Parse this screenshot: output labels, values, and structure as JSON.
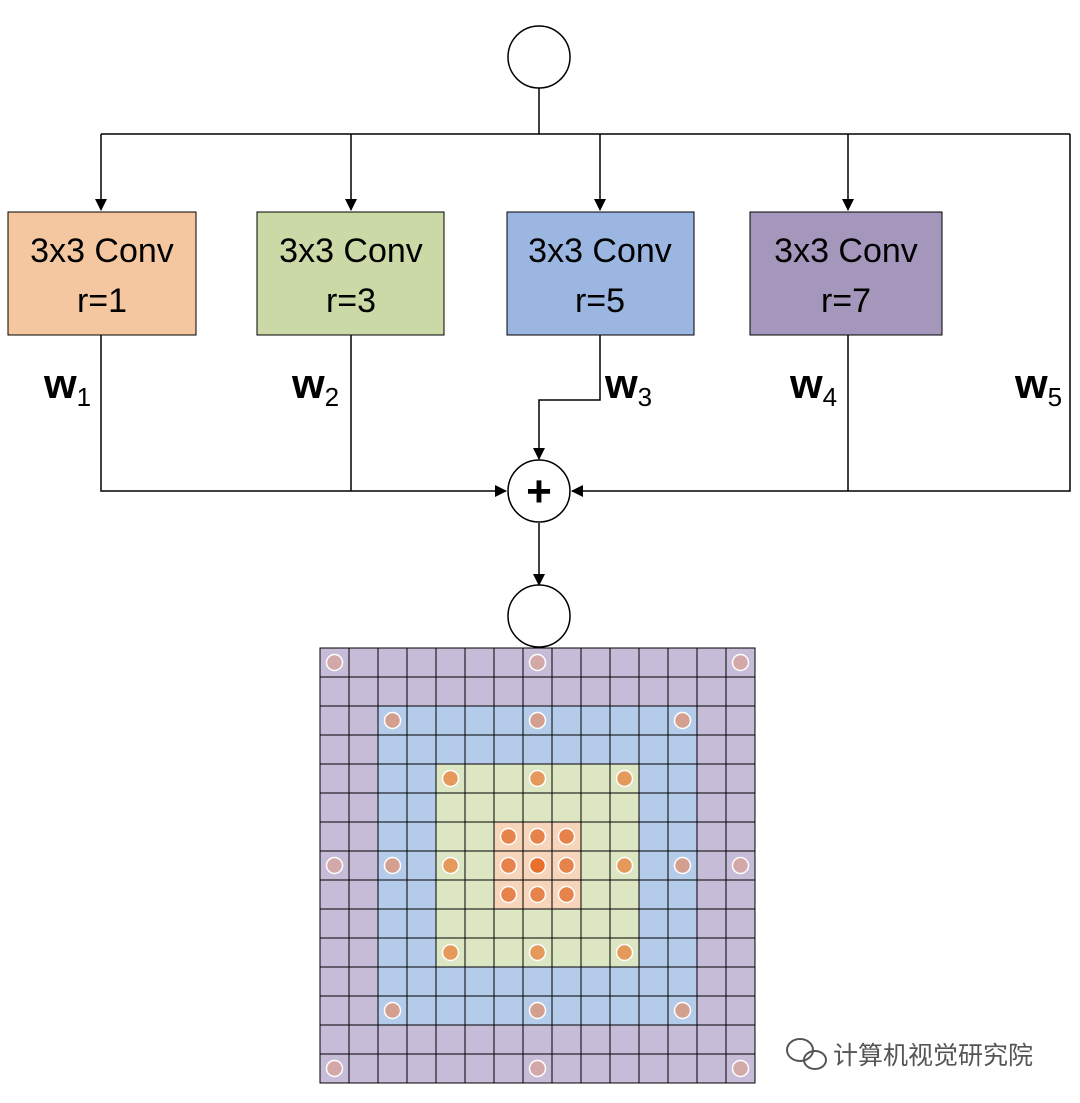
{
  "branches": [
    {
      "line1": "3x3 Conv",
      "line2": "r=1",
      "weight": "w",
      "weight_sub": "1",
      "fill": "#F4C7A0"
    },
    {
      "line1": "3x3 Conv",
      "line2": "r=3",
      "weight": "w",
      "weight_sub": "2",
      "fill": "#CAD9A6"
    },
    {
      "line1": "3x3 Conv",
      "line2": "r=5",
      "weight": "w",
      "weight_sub": "3",
      "fill": "#9AB6E1"
    },
    {
      "line1": "3x3 Conv",
      "line2": "r=7",
      "weight": "w",
      "weight_sub": "4",
      "fill": "#A597BC"
    }
  ],
  "skip": {
    "weight": "w",
    "weight_sub": "5"
  },
  "sum_symbol": "+",
  "grid": {
    "size": 15,
    "ring_colors": [
      "#C7BCD8",
      "#B5CBEA",
      "#DCE6C3",
      "#F7D5BB"
    ],
    "dot_colors": {
      "r1": "#E5834A",
      "r3": "#E59A5C",
      "r5": "#D3A090",
      "r7": "#D3A8A8",
      "center": "#E86F2C"
    }
  },
  "watermark": "计算机视觉研究院"
}
